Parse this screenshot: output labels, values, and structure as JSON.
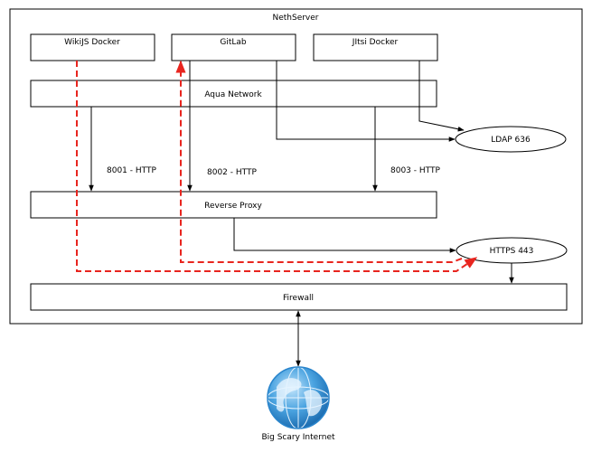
{
  "title": "NethServer",
  "boxes": {
    "wikijs": "WikiJS Docker",
    "gitlab": "GitLab",
    "jitsi": "JItsi Docker",
    "aqua": "Aqua Network",
    "proxy": "Reverse Proxy",
    "firewall": "Firewall"
  },
  "ellipses": {
    "ldap": "LDAP 636",
    "https": "HTTPS 443"
  },
  "ports": {
    "wikijs": "8001 - HTTP",
    "gitlab": "8002 - HTTP",
    "jitsi": "8003 - HTTP"
  },
  "internet": "Big Scary Internet",
  "colors": {
    "dashed_path": "#e8251f",
    "globe": "#3b95d6"
  },
  "icons": [
    "globe-icon"
  ]
}
